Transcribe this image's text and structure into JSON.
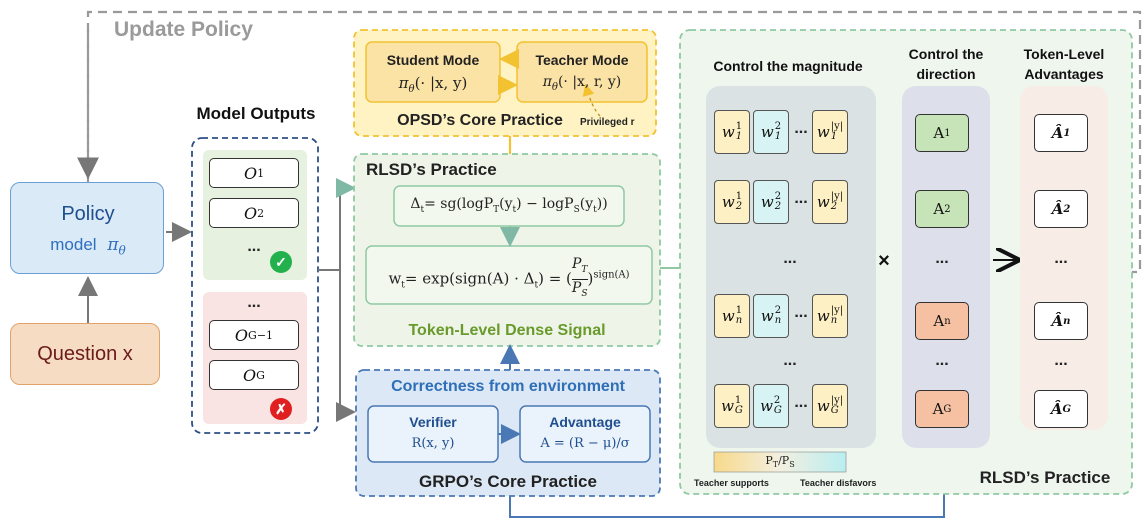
{
  "update_policy_label": "Update Policy",
  "policy": {
    "title": "Policy",
    "subtitle": "model",
    "symbol": "π",
    "sub": "θ"
  },
  "question_label": "Question x",
  "model_outputs": {
    "title": "Model Outputs",
    "good": [
      "O",
      "O"
    ],
    "good_subs": [
      "1",
      "2"
    ],
    "bad": [
      "O",
      "O"
    ],
    "bad_subs": [
      "G−1",
      "G"
    ],
    "ellipsis": "...",
    "check": "✓",
    "cross": "✗"
  },
  "opsd": {
    "student_title": "Student Mode",
    "student_formula": "π",
    "student_args": "(· |x, y)",
    "teacher_title": "Teacher Mode",
    "teacher_args": "(· |x, r, y)",
    "caption": "OPSD’s  Core Practice",
    "privileged": "Privileged  r"
  },
  "rlsd": {
    "title": "RLSD’s Practice",
    "delta_formula": "Δ",
    "delta_rhs": "= sg(logP",
    "delta_rhs2": "(y",
    "delta_rhs3": ") − logP",
    "w_formula_lhs": "w",
    "w_formula_mid": "= exp(sign(A) · Δ",
    "w_formula_end": ") = (",
    "caption": "Token-Level Dense Signal"
  },
  "grpo": {
    "env_title": "Correctness from environment",
    "verifier_title": "Verifier",
    "verifier_formula": "R(x, y)",
    "advantage_title": "Advantage",
    "advantage_formula": "A = (R − μ)/σ",
    "caption": "GRPO’s Core Practice"
  },
  "right": {
    "magnitude_title": "Control the magnitude",
    "direction_title": "Control the\ndirection",
    "direction_line1": "Control the",
    "direction_line2": "direction",
    "advantages_line1": "Token-Level",
    "advantages_line2": "Advantages",
    "times": "×",
    "arrow": "→",
    "caption": "RLSD’s Practice",
    "row_subs": [
      "1",
      "2",
      "n",
      "G"
    ],
    "dir_subs": [
      "1",
      "2",
      "n",
      "G"
    ],
    "legend_label": "P",
    "legend_left": "Teacher supports",
    "legend_right": "Teacher disfavors"
  },
  "colors": {
    "policy_fill": "#dbeaf7",
    "question_fill": "#f7dcc4",
    "opsd_fill": "#fff3c4",
    "rlsd_fill": "#eef5e8",
    "grpo_fill": "#dce8f5",
    "cell_yellow": "#fdf0c4",
    "cell_cyan": "#d7f3f3",
    "dir_green": "#c7e3b8",
    "dir_orange": "#f6c0a3",
    "check_green": "#22b14c",
    "cross_red": "#e02020"
  }
}
